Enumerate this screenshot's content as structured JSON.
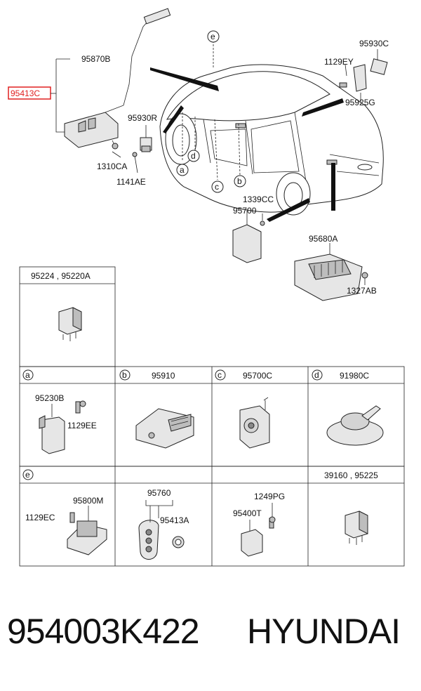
{
  "callouts": {
    "c95870B": "95870B",
    "c95413C": "95413C",
    "c95930R": "95930R",
    "c1310CA": "1310CA",
    "c1141AE": "1141AE",
    "c95930C": "95930C",
    "c1129EY": "1129EY",
    "c95925G": "95925G",
    "c1339CC": "1339CC",
    "c95700": "95700",
    "c95680A": "95680A",
    "c1327AB": "1327AB"
  },
  "markers": {
    "a": "a",
    "b": "b",
    "c": "c",
    "d": "d",
    "e": "e"
  },
  "table": {
    "top_header": "95224 , 95220A",
    "row1": {
      "a_label": "95230B",
      "a_screw": "1129EE",
      "b_label": "95910",
      "c_label": "95700C",
      "d_label": "91980C"
    },
    "row2": {
      "e_label": "95800M",
      "e_screw": "1129EC",
      "f_label": "95760",
      "f_sub": "95413A",
      "g_label": "95400T",
      "g_screw": "1249PG",
      "h_label": "39160 , 95225"
    }
  },
  "footer": {
    "part_number": "954003K422",
    "brand": "HYUNDAI"
  },
  "colors": {
    "highlight": "#e02020"
  }
}
